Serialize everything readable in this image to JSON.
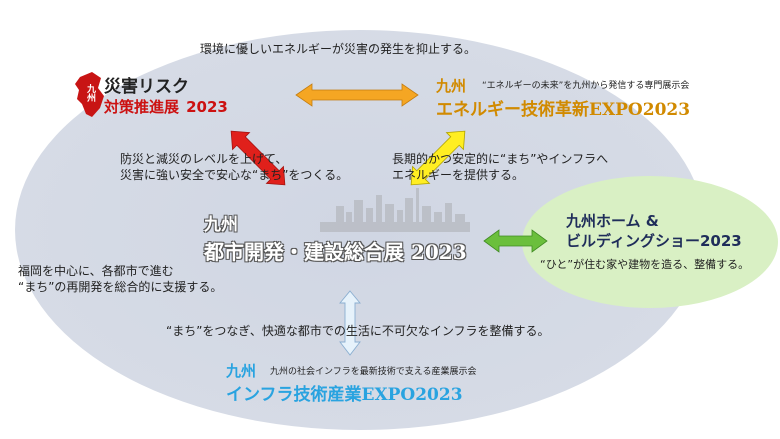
{
  "top_caption": "環境に優しいエネルギーが災害の発生を抑止する。",
  "disaster": {
    "title": "災害リスク",
    "subtitle": "対策推進展",
    "year": "2023",
    "badge": "九州",
    "desc_line1": "防災と減災のレベルを上げて、",
    "desc_line2": "災害に強い安全で安心な“まち”をつくる。",
    "colors": {
      "title": "#222222",
      "subtitle": "#cc1111"
    }
  },
  "energy": {
    "region": "九州",
    "tagline": "“エネルギーの未来”を九州から発信する専門展示会",
    "title": "エネルギー技術革新EXPO2023",
    "desc_line1": "長期的かつ安定的に“まち”やインフラへ",
    "desc_line2": "エネルギーを提供する。",
    "colors": {
      "title": "#d18a00"
    }
  },
  "urban": {
    "region": "九州",
    "title": "都市開発・建設総合展 2023",
    "desc_line1": "福岡を中心に、各都市で進む",
    "desc_line2": "“まち”の再開発を総合的に支援する。",
    "colors": {
      "title": "#ffffff",
      "outline": "#555555"
    }
  },
  "home": {
    "title_line1": "九州ホーム &",
    "title_line2": "ビルディングショー2023",
    "desc": "“ひと”が住む家や建物を造る、整備する。",
    "colors": {
      "title": "#1f2d5a",
      "ellipse": "#d9f0c4"
    }
  },
  "infra": {
    "region": "九州",
    "tagline": "九州の社会インフラを最新技術で支える産業展示会",
    "title": "インフラ技術産業EXPO2023",
    "caption": "“まち”をつなぎ、快適な都市での生活に不可欠なインフラを整備する。",
    "colors": {
      "title": "#29a3e0"
    }
  },
  "arrows": {
    "orange": "#f5a623",
    "red": "#e0201b",
    "yellow": "#ffee22",
    "green": "#6bbf3c",
    "light_blue": "#e6f2fb"
  }
}
